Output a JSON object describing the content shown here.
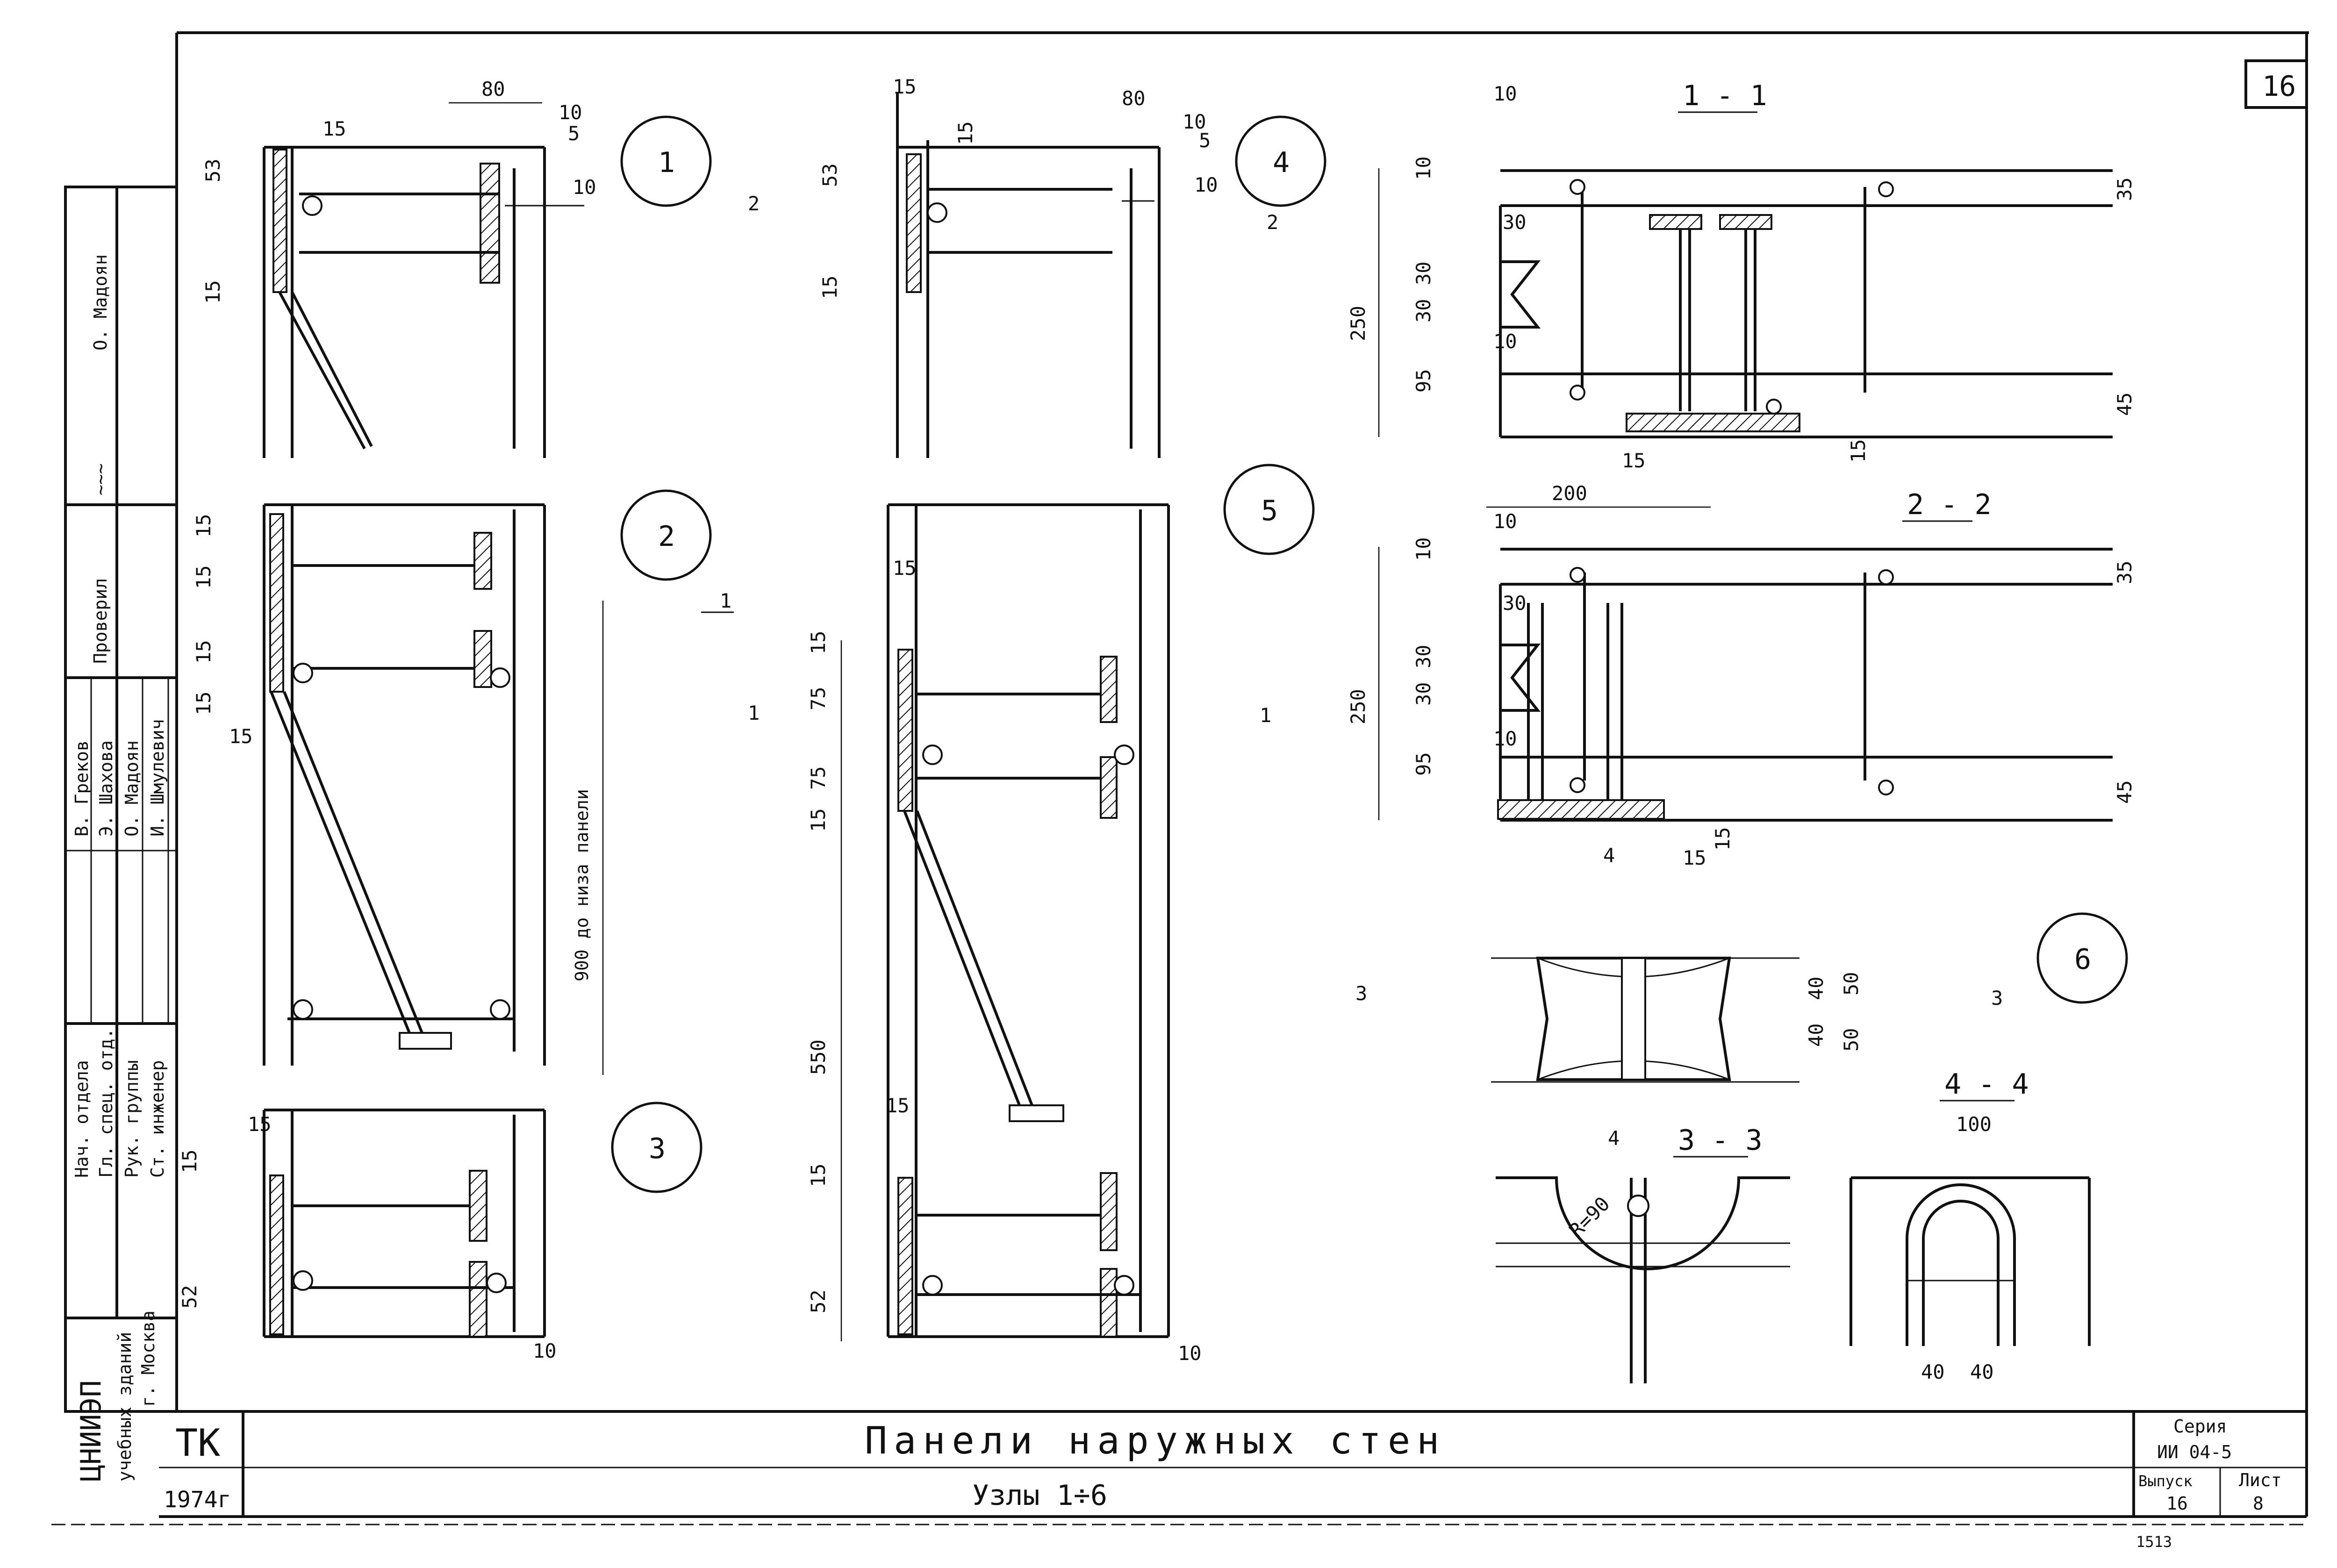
{
  "sheet": {
    "sheet_number": "16",
    "title": "Панели наружных стен",
    "subtitle": "Узлы 1÷6",
    "stamp_code": "ТК",
    "year": "1974г",
    "series_label": "Серия",
    "series_value": "ИИ 04-5",
    "issue_label": "Выпуск",
    "issue_value": "16",
    "sheet_label": "Лист",
    "sheet_value": "8",
    "archive_number": "1513"
  },
  "organization": {
    "name": "ЦНИИЭП",
    "line2": "учебных зданий",
    "city": "г. Москва"
  },
  "signatures": {
    "roles": [
      "Нач. отдела",
      "Гл. спец. отд.",
      "Рук. группы",
      "Ст. инженер"
    ],
    "names": [
      "В. Греков",
      "Э. Шахова",
      "О. Мадоян",
      "И. Шмулевич"
    ],
    "check_label": "Проверил",
    "check_name": "О. Мадоян"
  },
  "nodes": {
    "n1": "1",
    "n2": "2",
    "n3": "3",
    "n4": "4",
    "n5": "5",
    "n6": "6"
  },
  "sections": {
    "s11": "1 - 1",
    "s22": "2 - 2",
    "s33": "3 - 3",
    "s44": "4 - 4"
  },
  "cut_marks": {
    "m1": "1",
    "m2": "2",
    "m3": "3",
    "m4": "4"
  },
  "dimensions": {
    "d80": "80",
    "d10": "10",
    "d5": "5",
    "d15": "15",
    "d53": "53",
    "d52": "52",
    "d75": "75",
    "d550": "550",
    "d250": "250",
    "d30": "30",
    "d95": "95",
    "d35": "35",
    "d45": "45",
    "d200": "200",
    "d40": "40",
    "d50": "50",
    "d100": "100",
    "r90": "R=90",
    "panel_note": "900 до низа панели"
  }
}
